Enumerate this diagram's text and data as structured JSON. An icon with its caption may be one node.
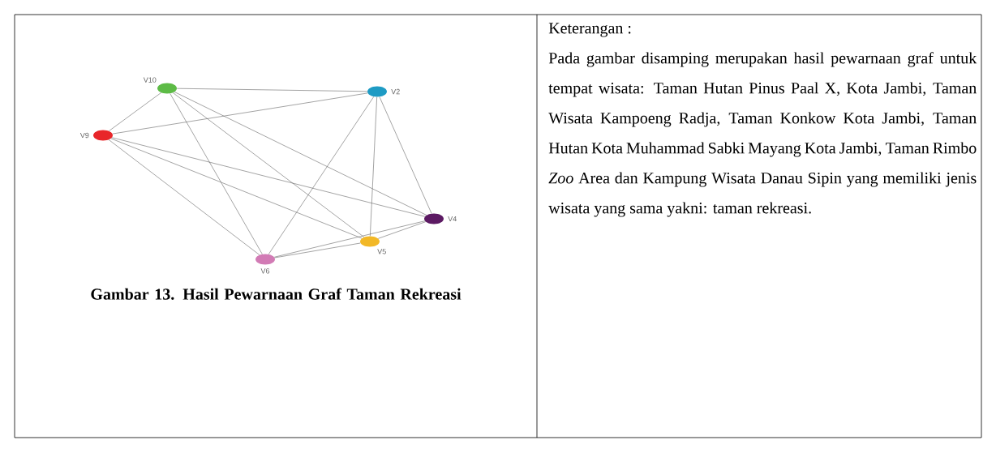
{
  "diagram": {
    "caption": "Gambar 13. Hasil Pewarnaan Graf Taman Rekreasi",
    "nodes": [
      {
        "text": [],
        "shape": "circle",
        "beside": [
          "V10"
        ]
      },
      {
        "text": [],
        "shape": "circle",
        "beside": [
          "V2"
        ]
      },
      {
        "text": [],
        "shape": "circle",
        "beside": [
          "V9"
        ]
      },
      {
        "text": [],
        "shape": "circle",
        "beside": [
          "V4"
        ]
      },
      {
        "text": [],
        "shape": "circle",
        "beside": [
          "V5"
        ]
      },
      {
        "text": [],
        "shape": "circle",
        "beside": [
          "V6"
        ]
      }
    ],
    "edges": [
      {
        "from": 0,
        "to": 1,
        "arrow": "none"
      },
      {
        "from": 0,
        "to": 2,
        "arrow": "none"
      },
      {
        "from": 0,
        "to": 5,
        "arrow": "none"
      },
      {
        "from": 0,
        "to": 4,
        "arrow": "none"
      },
      {
        "from": 0,
        "to": 3,
        "arrow": "none"
      },
      {
        "from": 1,
        "to": 2,
        "arrow": "none"
      },
      {
        "from": 1,
        "to": 5,
        "arrow": "none"
      },
      {
        "from": 1,
        "to": 4,
        "arrow": "none"
      },
      {
        "from": 1,
        "to": 3,
        "arrow": "none"
      },
      {
        "from": 2,
        "to": 3,
        "arrow": "none"
      },
      {
        "from": 2,
        "to": 4,
        "arrow": "none"
      },
      {
        "from": 2,
        "to": 5,
        "arrow": "none"
      },
      {
        "from": 3,
        "to": 5,
        "arrow": "none"
      },
      {
        "from": 3,
        "to": 4,
        "arrow": "none"
      },
      {
        "from": 4,
        "to": 5,
        "arrow": "none"
      }
    ],
    "labels": [
      "Keterangan :",
      "Pada gambar disamping merupakan hasil pewarnaan graf untuk tempat wisata: Taman Hutan Pinus Paal X, Kota Jambi, Taman Wisata Kampoeng Radja, Taman Konkow Kota Jambi, Taman Hutan Kota Muhammad Sabki Mayang Kota Jambi, Taman Rimbo *Zoo* Area  dan Kampung Wisata Danau Sipin yang memiliki jenis wisata yang sama yakni: taman rekreasi."
    ]
  }
}
